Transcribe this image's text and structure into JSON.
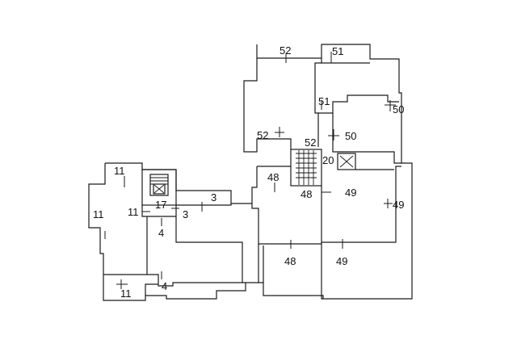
{
  "labels": {
    "l52_top": "52",
    "l51_top": "51",
    "l51_mid": "51",
    "l50_right": "50",
    "l50_mid": "50",
    "l52_left": "52",
    "l52_stair": "52",
    "l20": "20",
    "l48_upper": "48",
    "l48_mid": "48",
    "l49_mid": "49",
    "l49_right": "49",
    "l48_low": "48",
    "l49_low": "49",
    "l11_top": "11",
    "l11_left": "11",
    "l11_mid": "11",
    "l17": "17",
    "l3_right": "3",
    "l3_mid": "3",
    "l4_upper": "4",
    "l4_lower": "4",
    "l11_bottom": "11"
  }
}
